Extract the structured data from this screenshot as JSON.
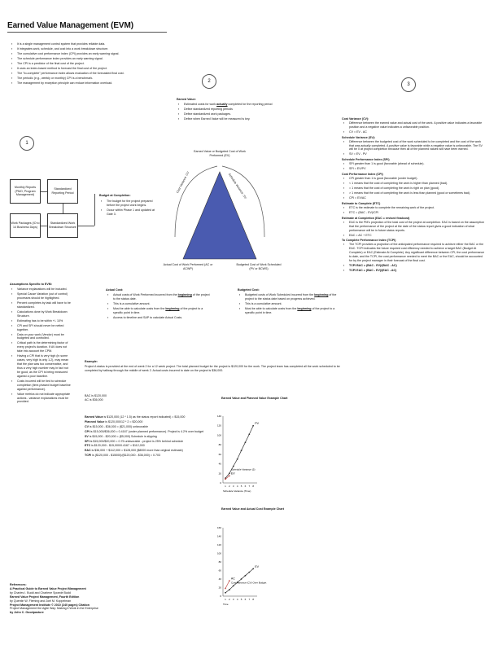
{
  "title": "Earned Value Management (EVM)",
  "intro_bullets": [
    "It is a single management control system that provides reliable data.",
    "It integrates work, schedule, and cost into a work breakdown structure.",
    "The cumulative cost performance index (CPI) provides an early warning signal.",
    "The schedule performance index provides an early warning signal.",
    "The CPI is a predictor of the final cost of the project.",
    "It uses an index-based method to forecast the final cost of the project.",
    "The \"to-complete\" performance index allows evaluation of the forecasted final cost.",
    "The periodic (e.g., weekly or monthly) CPI is a benchmark.",
    "The management by exception principle can reduce information overload."
  ],
  "circles": [
    "1",
    "2",
    "3"
  ],
  "flow": {
    "monthly_reports": "Monthly Reports (PMO, Program Management)",
    "standardized_period": "Standardized Reporting Period",
    "work_packages": "Work Packages (IO to 14 Business Days)",
    "standardized_wbs": "Standardized Work Breakdown Structure"
  },
  "budget_at_completion": {
    "heading": "Budget at Completion:",
    "bullets": [
      "The budget for the project prepared before the project work begins.",
      "Occur within Phase 1 and updated at Gate 3."
    ]
  },
  "earned_value": {
    "heading": "Earned Value:",
    "bullets": [
      "Estimated costs for work actually completed for the reporting period",
      "Define standardized reporting periods",
      "Define standardized work packages.",
      "Define when Earned Value will be measured is key."
    ]
  },
  "triangle": {
    "top": "Earned Value or Budgeted Cost of Work Performed (EV)",
    "left_side": "Cost Variance: CV",
    "right_side": "Schedule Variance: SV",
    "bottom_left": "Actual Cost of Work Performed (AC or ACWP)",
    "bottom_right": "Budgeted Cost of Work Scheduled (PV or BCWS)"
  },
  "actual_cost": {
    "heading": "Actual Cost:",
    "bullets": [
      "Actual costs of Work Performed incurred from the beginning of the project to the status date.",
      "This is a cumulative amount.",
      "Must be able to calculate costs from the beginning of the project to a specific point in time.",
      "Access to timeline and SAP to calculate Actual Costs."
    ]
  },
  "budgeted_cost": {
    "heading": "Budgeted Cost:",
    "bullets": [
      "Budgeted costs of Work Scheduled incurred from the beginning of the project to the status date based on progress achieved.",
      "This is a cumulative amount.",
      "Must be able to calculate costs from the beginning of the project to a specific point in time."
    ]
  },
  "assumptions": {
    "heading": "Assumptions Specific to EVM:",
    "bullets": [
      "Variance explanations will be included.",
      "Special Cause Variation (out of control) processes should be highlighted.",
      "Percent completes by task will have to be standardized.",
      "Calculations done by Work Breakdown Structure.",
      "Estimating has to be within +/- 10%",
      "CPI and SPI should never be netted together.",
      "Data on your work (Vendor) must be budgeted and controlled.",
      "Critical path is the determining factor of every project's duration. If AV does not take into account the CPM.",
      "Having a CPI that is very high (in some cases, very high is only 1.2), may mean that the plan was too conservative, and thus a very high number may in fact not be good, as the CPI is being measured against a poor baseline.",
      "Costs incurred will be tied to schedule completion (time-phased budget baseline against performance).",
      "Value metrics do not indicate appropriate actions - variance explanations must be provided."
    ]
  },
  "example": {
    "heading": "Example:",
    "text": "Project A status is provided at the end of week 2 for a 12 week project. The total planned budget for the project is $120,000 for the work. The project team has completed all the work scheduled to be completed by halfway through the middle of week 2. Actual costs incurred to date on the project is $36,000.",
    "bac": "BAC is $120,000",
    "ac": "AC is $36,000",
    "calcs": [
      "Earned Value is $120,000 (12 * 1.5) as the status report indicated) = $15,000",
      "Planned Value is $120,000/12 * 2 = $20,000",
      "CV is $15,000 - $36,000 = ($21,000) unfavorable",
      "CPI is $15,000/$36,000 = 0.4167 (under planned performance). Project is 4.2% over budget",
      "SV is $15,000 - $20,000 = ($5,000) Schedule is slipping",
      "SPI is $15,000/$20,000 = 0.75 unfavorable - project is 25% behind schedule",
      "ETC is $120,000 - $15,000/0.4167 = $112,000",
      "EAC is $36,000 + $112,000 = $128,000 ($8000 more than original estimate)",
      "TCPI is ($120,000 - $15000)/($120,000 - $36,000) = 0.703"
    ]
  },
  "right_column": [
    {
      "heading": "Cost Variance (CV):",
      "bullets": [
        "Difference between the earned value and actual cost of the work. A positive value indicates a favorable position and a negative value indicates a unfavorable position.",
        "CV = EV - AC"
      ]
    },
    {
      "heading": "Schedule Variance (SV):",
      "bullets": [
        "Difference between the budgeted cost of the work scheduled to be completed and the cost of the work that was actually completed. A positive value is favorable while a negative value is unfavorable. The SV will be 0 at project completion because then all of the planned values will have been earned.",
        "SV = EV - PV"
      ]
    },
    {
      "heading": "Schedule Performance Index (SPI)",
      "bullets": [
        "SPI greater than 1 is good (favorable (ahead of schedule).",
        "SPI = EV/PV"
      ]
    },
    {
      "heading": "Cost Performance Index (CPI)",
      "bullets": [
        "CPI greater than 1 is good (favorable (under budget).",
        "< 1 means that the cost of completing the work is higher than planned (bad).",
        "= 1 means that the cost of completing the work is right on plan (good).",
        "> 1 means that the cost of completing the work is less than planned (good or sometimes bad).",
        "CPI = EV/AC"
      ]
    },
    {
      "heading": "Estimate to Complete (ETC)",
      "bullets": [
        "ETC is the estimate to complete the remaining work of the project.",
        "ETC = (BAC - EV)/CPI"
      ]
    },
    {
      "heading": "Estimate at Completion (EAC = revised finalcost)",
      "bullets": [
        "EAC is the PM's projection of the total cost of the project at completion. EAC is based on the assumption that the performance of the project at the date of the status report gives a good indication of what performance will be in future status reports.",
        "EAC = AC + ETC"
      ]
    },
    {
      "heading": "To Complete Performance Index (TCPI)",
      "bullets": [
        "The TCPI provides a projection of the anticipated performance required to achieve either the BAC or the EAC. TCPI indicates the future required cost efficiency needed to achieve a target BAC (Budget At Complete) or EAC (Estimate At Complete). Any significant difference between CPI, the cost performance to date, and the TCPI, the cost performance needed to meet the BAC or the EAC, should be accounted for by the project manager in their forecast of the final cost.",
        "TCPI BAC = (BAC - EV)/(BAC - AC)",
        "TCPI EAC = (BAC - EV)/(EAC - AC)"
      ]
    }
  ],
  "references": {
    "heading": "References:",
    "lines": [
      "A Practical Guide to Earned Value Project Management",
      "by Charles I. Budd and Charlene Spoede Budd",
      "Earned Value Project Management, Fourth Edition",
      "by Quentin W. Fleming and Joel M. Koppelman",
      "Project Management Institute © 2010 (240 pages) Citation",
      "Project Management the Agile Way: Making it Work in the Enterprise",
      "by John C. Goodpasture"
    ]
  },
  "chart_data": [
    {
      "type": "line",
      "title": "Earned Value and Planned Value Example Chart",
      "x": [
        1,
        2,
        3,
        4,
        5,
        6,
        7,
        8
      ],
      "ylim": [
        0,
        140
      ],
      "y_ticks": [
        "140",
        "120",
        "100",
        "80",
        "60",
        "40",
        "20",
        "0"
      ],
      "x_ticks": [
        "1",
        "2",
        "3",
        "4",
        "5",
        "6",
        "7",
        "8"
      ],
      "series": [
        {
          "name": "PV",
          "values": [
            10,
            20,
            35,
            50,
            68,
            85,
            102,
            120
          ]
        },
        {
          "name": "EV",
          "values": [
            8,
            15
          ]
        }
      ],
      "annotation": "Schedule Variance (5)",
      "xlabel": "Schedule Variance (Time)"
    },
    {
      "type": "line",
      "title": "Earned Value and Actual Cost Example Chart",
      "x": [
        1,
        2,
        3,
        4,
        5,
        6,
        7,
        8
      ],
      "ylim": [
        0,
        160
      ],
      "y_ticks": [
        "160",
        "140",
        "120",
        "100",
        "80",
        "60",
        "40",
        "20",
        "0"
      ],
      "x_ticks": [
        "1",
        "2",
        "3",
        "4",
        "5",
        "6",
        "7",
        "8"
      ],
      "series": [
        {
          "name": "AC",
          "values": [
            18,
            36
          ]
        },
        {
          "name": "EV",
          "values": [
            8,
            15,
            24,
            32,
            40,
            48,
            56,
            64
          ]
        }
      ],
      "annotation": "Cost Variance (CV) Over Budget",
      "xlabel": "Time"
    }
  ]
}
